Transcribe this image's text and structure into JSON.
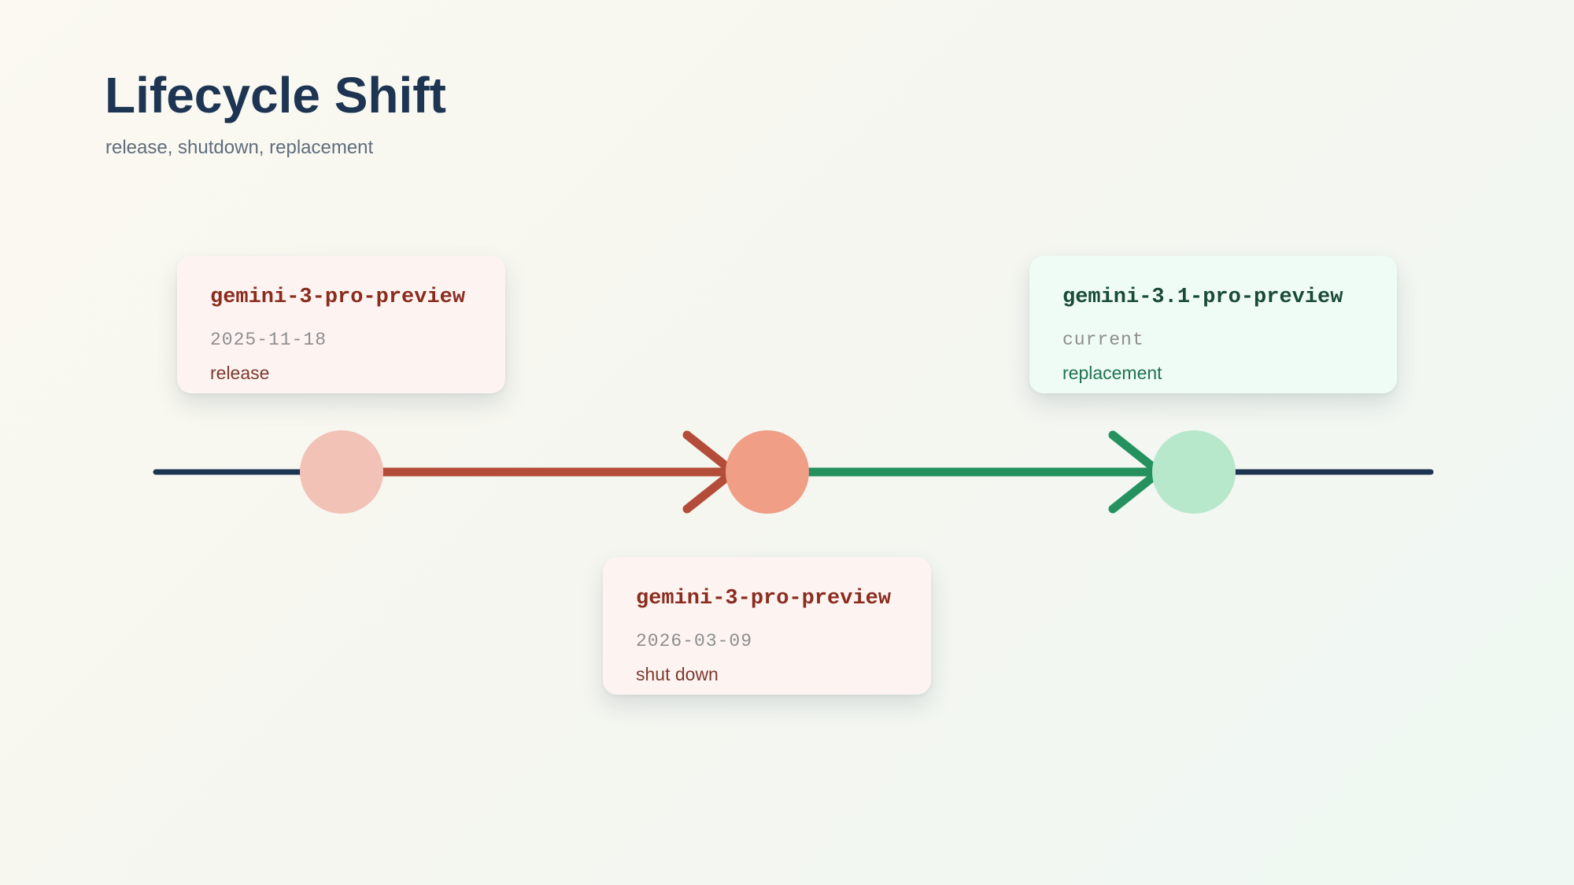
{
  "header": {
    "title": "Lifecycle Shift",
    "subtitle": "release, shutdown, replacement"
  },
  "events": [
    {
      "model": "gemini-3-pro-preview",
      "date": "2025-11-18",
      "label": "release"
    },
    {
      "model": "gemini-3-pro-preview",
      "date": "2026-03-09",
      "label": "shut down"
    },
    {
      "model": "gemini-3.1-pro-preview",
      "date": "current",
      "label": "replacement"
    }
  ],
  "colors": {
    "axis": "#1d3553",
    "release_node": "#f3c2b7",
    "shutdown_node": "#f09e86",
    "replacement_node": "#b8e8cb",
    "deprecation_arrow": "#b34c38",
    "replacement_arrow": "#25915e"
  }
}
